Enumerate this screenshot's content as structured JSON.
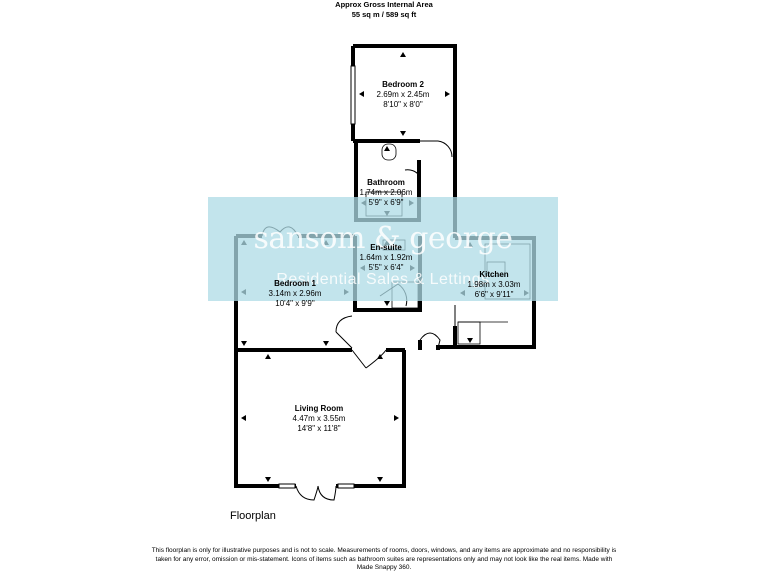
{
  "header": {
    "title": "Approx Gross Internal Area",
    "area": "55 sq m / 589 sq ft"
  },
  "rooms": {
    "bedroom2": {
      "name": "Bedroom 2",
      "metric": "2.69m x 2.45m",
      "imperial": "8'10\" x 8'0\""
    },
    "bathroom": {
      "name": "Bathroom",
      "metric": "1.74m x 2.06m",
      "imperial": "5'9\" x 6'9\""
    },
    "ensuite": {
      "name": "En-suite",
      "metric": "1.64m x 1.92m",
      "imperial": "5'5\" x 6'4\""
    },
    "kitchen": {
      "name": "Kitchen",
      "metric": "1.98m x 3.03m",
      "imperial": "6'6\" x 9'11\""
    },
    "bedroom1": {
      "name": "Bedroom 1",
      "metric": "3.14m x 2.96m",
      "imperial": "10'4\" x 9'9\""
    },
    "living": {
      "name": "Living Room",
      "metric": "4.47m x 3.55m",
      "imperial": "14'8\" x 11'8\""
    }
  },
  "watermark": {
    "logo": "sansom & george",
    "tagline": "Residential Sales & Lettings"
  },
  "plan_title": "Floorplan",
  "disclaimer": "This floorplan is only for illustrative purposes and is not to scale. Measurements of rooms, doors, windows, and any items are approximate and no responsibility is taken for any error, omission or mis-statement. Icons of items such as bathroom suites are representations only and may not look like the real items. Made with Made Snappy 360.",
  "colors": {
    "wall": "#000000",
    "watermark_bg": "#addbe6",
    "background": "#ffffff"
  }
}
